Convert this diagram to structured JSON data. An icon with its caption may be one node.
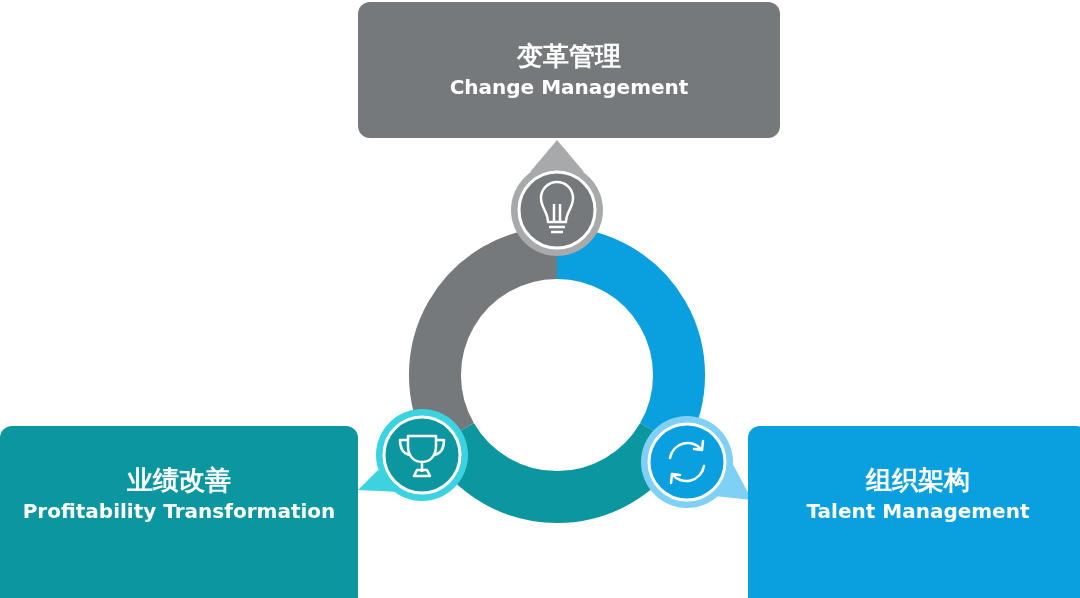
{
  "diagram": {
    "nodes": [
      {
        "text": [
          "变革管理",
          "Change Management"
        ]
      },
      {
        "text": [
          "业绩改善",
          "Profitability Transformation"
        ]
      },
      {
        "text": [
          "组织架构",
          "Talent Management"
        ]
      }
    ]
  }
}
